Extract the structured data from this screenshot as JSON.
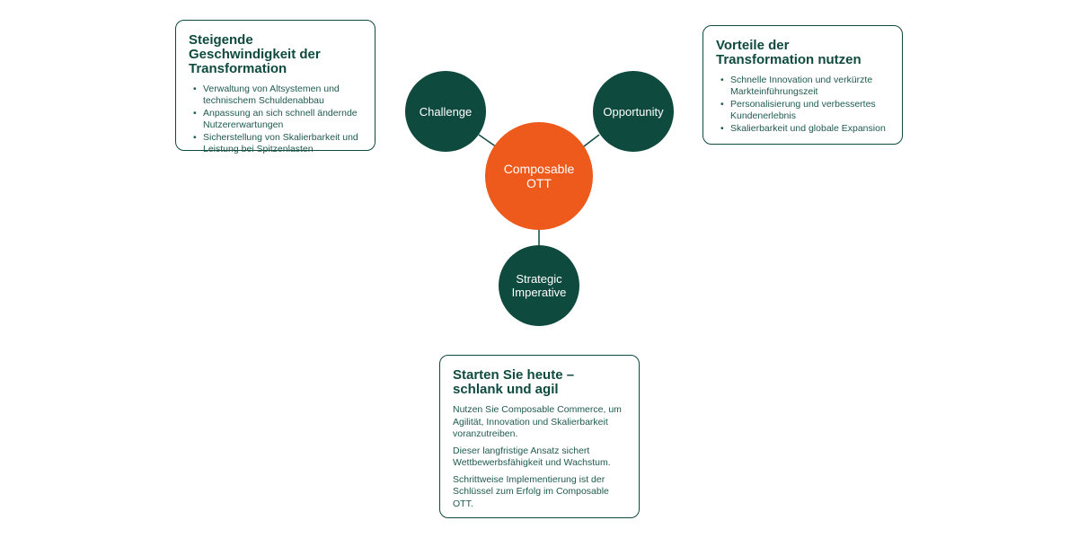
{
  "diagram": {
    "center": {
      "label_line1": "Composable",
      "label_line2": "OTT"
    },
    "nodes": {
      "challenge": "Challenge",
      "opportunity": "Opportunity",
      "imperative_line1": "Strategic",
      "imperative_line2": "Imperative"
    },
    "colors": {
      "dark": "#0f4a3f",
      "accent": "#ee5a1c"
    }
  },
  "cards": {
    "challenge": {
      "title": "Steigende Geschwindigkeit der Transformation",
      "items": [
        "Verwaltung von Altsystemen und technischem Schuldenabbau",
        "Anpassung an sich schnell ändernde Nutzererwartungen",
        "Sicherstellung von Skalierbarkeit und Leistung bei Spitzenlasten"
      ]
    },
    "opportunity": {
      "title": "Vorteile der Transformation nutzen",
      "items": [
        "Schnelle Innovation und verkürzte Markteinführungszeit",
        "Personalisierung und verbessertes Kundenerlebnis",
        "Skalierbarkeit und globale Expansion"
      ]
    },
    "imperative": {
      "title": "Starten Sie heute – schlank und agil",
      "paragraphs": [
        "Nutzen Sie Composable Commerce, um Agilität, Innovation und Skalierbarkeit voranzutreiben.",
        "Dieser langfristige Ansatz sichert Wettbewerbsfähigkeit und Wachstum.",
        "Schrittweise Implementierung ist der Schlüssel zum Erfolg im Composable OTT."
      ]
    }
  }
}
